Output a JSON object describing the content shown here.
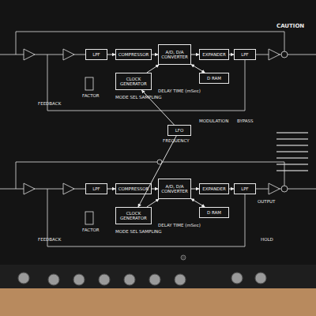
{
  "diagram": {
    "nodes": [
      {
        "text": [
          "LPF"
        ]
      },
      {
        "text": [
          "COMPRESSOR"
        ]
      },
      {
        "text": [
          "A/D, D/A CONVERTER"
        ]
      },
      {
        "text": [
          "EXPANDER"
        ]
      },
      {
        "text": [
          "LPF"
        ]
      },
      {
        "text": [
          "D RAM"
        ]
      },
      {
        "text": [
          "CLOCK GENERATOR"
        ]
      },
      {
        "text": [
          "LFO"
        ]
      },
      {
        "text": [
          "LPF"
        ]
      },
      {
        "text": [
          "COMPRESSOR"
        ]
      },
      {
        "text": [
          "A/D, D/A CONVERTER"
        ]
      },
      {
        "text": [
          "EXPANDER"
        ]
      },
      {
        "text": [
          "LPF"
        ]
      },
      {
        "text": [
          "D RAM"
        ]
      },
      {
        "text": [
          "CLOCK GENERATOR"
        ]
      }
    ],
    "edges": [
      {
        "from": 0,
        "to": 1,
        "arrow": "to"
      },
      {
        "from": 1,
        "to": 2,
        "arrow": "to"
      },
      {
        "from": 2,
        "to": 3,
        "arrow": "to"
      },
      {
        "from": 3,
        "to": 4,
        "arrow": "to"
      },
      {
        "from": 2,
        "to": 5,
        "arrow": "both"
      },
      {
        "from": 6,
        "to": 2,
        "arrow": "to"
      },
      {
        "from": 7,
        "to": 6,
        "arrow": "to"
      },
      {
        "from": 7,
        "to": 14,
        "arrow": "to"
      },
      {
        "from": 8,
        "to": 9,
        "arrow": "to"
      },
      {
        "from": 9,
        "to": 10,
        "arrow": "to"
      },
      {
        "from": 10,
        "to": 11,
        "arrow": "to"
      },
      {
        "from": 11,
        "to": 12,
        "arrow": "to"
      },
      {
        "from": 10,
        "to": 13,
        "arrow": "both"
      },
      {
        "from": 14,
        "to": 10,
        "arrow": "to"
      }
    ],
    "labels": [
      "CAUTION",
      "FEEDBACK",
      "FACTOR",
      "MODE SEL",
      "SAMPLING",
      "DELAY TIME (mSec)",
      "FREQUENCY",
      "MODULATION",
      "BYPASS",
      "FEEDBACK",
      "FACTOR",
      "MODE SEL",
      "SAMPLING",
      "DELAY TIME (mSec)",
      "HOLD",
      "OUTPUT"
    ]
  }
}
